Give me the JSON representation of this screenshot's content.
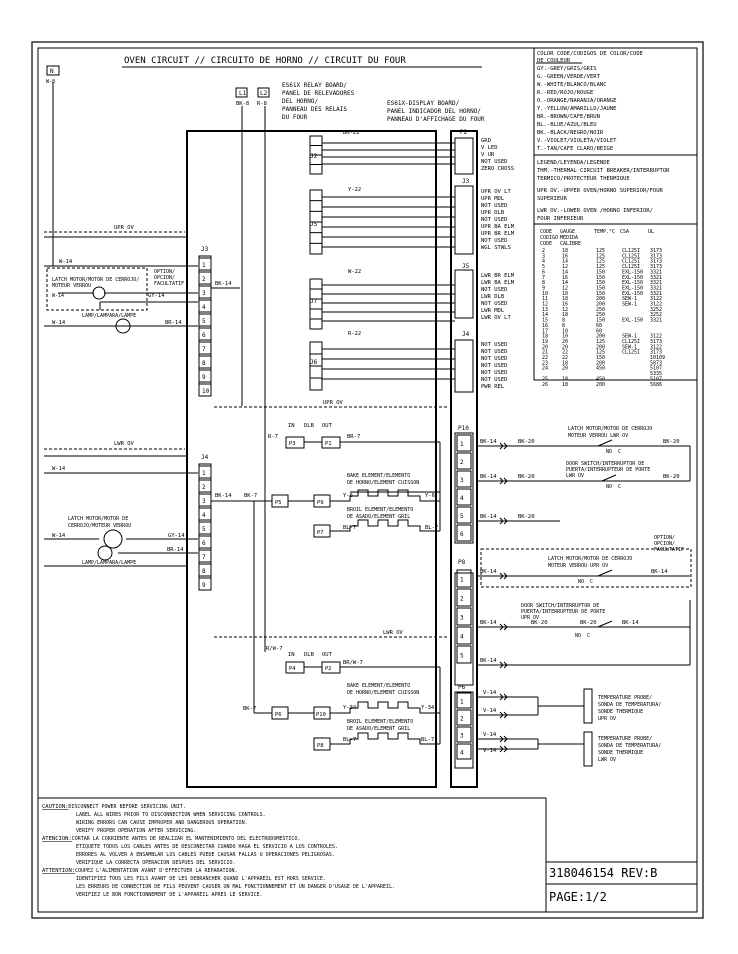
{
  "title": "OVEN CIRCUIT // CIRCUITO DE HORNO // CIRCUIT DU FOUR",
  "n_terminal": {
    "label": "N",
    "wire": "W-8"
  },
  "l1": {
    "label": "L1",
    "wire": "BK-8"
  },
  "l2": {
    "label": "L2",
    "wire": "R-8"
  },
  "relay_board": [
    "ES61X RELAY BOARD/",
    "PANEL DE RELEVADORES",
    "DEL HORNO/",
    "PANNEAU DES RELAIS",
    "DU FOUR"
  ],
  "display_board": [
    "ES61X-DISPLAY BOARD/",
    "PANEL INDICADOR DEL HORNO/",
    "PANNEAU D'AFFICHAGE DU FOUR"
  ],
  "color_code": {
    "header": [
      "COLOR CODE/CODIGOS DE COLOR/CODE",
      "DE COULEUR"
    ],
    "entries": [
      "GY.-GREY/GRIS/GRIS",
      "G.-GREEN/VERDE/VERT",
      "W.-WHITE/BLANCO/BLANC",
      "R.-RED/ROJO/ROUGE",
      "O.-ORANGE/NARANJA/ORANGE",
      "Y.-YELLOW/AMARILLO/JAUNE",
      "BR.-BROWN/CAFE/BRUN",
      "BL.-BLUE/AZUL/BLEU",
      "BK.-BLACK/NEGRO/NOIR",
      "V.-VIOLET/VIOLETA/VIOLET",
      "T.-TAN/CAFE CLARO/BEIGE"
    ]
  },
  "legend": {
    "header": "LEGEND/LEYENDA/LEGENDE",
    "lines": [
      "THM.-THERMAL CIRCUIT BREAKER/INTERRUPTOR",
      "TERMICO/PROTECTEUR THERMIQUE",
      "UPR OV.-UPPER OVEN/HORNO SUPERIOR/FOUR",
      "        SUPERIEUR",
      "LWR OV.-LOWER OVEN /HORNO INFERIOR/",
      "        FOUR INFERIEUR"
    ]
  },
  "gauge_table": {
    "headers": [
      "CODE",
      "GAUGE",
      "TEMP.°C",
      "CSA",
      "UL"
    ],
    "subheaders": [
      "CODIGO",
      "MEDIDA",
      "CODE",
      "CALIBRE"
    ],
    "rows": [
      [
        "2",
        "18",
        "125",
        "CL125I",
        "3173"
      ],
      [
        "3",
        "16",
        "125",
        "CL125I",
        "3173"
      ],
      [
        "4",
        "14",
        "125",
        "CL125I",
        "3173"
      ],
      [
        "5",
        "12",
        "125",
        "CL125I",
        "3173"
      ],
      [
        "6",
        "14",
        "150",
        "EXL-150",
        "3321"
      ],
      [
        "7",
        "16",
        "150",
        "EXL-150",
        "3321"
      ],
      [
        "8",
        "14",
        "150",
        "EXL-150",
        "3321"
      ],
      [
        "9",
        "12",
        "150",
        "EXL-150",
        "3321"
      ],
      [
        "10",
        "10",
        "150",
        "EXL-150",
        "3321"
      ],
      [
        "11",
        "18",
        "200",
        "SEW-1",
        "3122"
      ],
      [
        "12",
        "16",
        "200",
        "SEW-1",
        "3122"
      ],
      [
        "13",
        "12",
        "250",
        "",
        "3252"
      ],
      [
        "14",
        "18",
        "250",
        "",
        "3252"
      ],
      [
        "15",
        "8",
        "150",
        "EXL-150",
        "3321"
      ],
      [
        "16",
        "8",
        "60",
        "",
        ""
      ],
      [
        "17",
        "10",
        "60",
        "",
        ""
      ],
      [
        "18",
        "10",
        "200",
        "SEW-1",
        "3122"
      ],
      [
        "19",
        "20",
        "125",
        "CL125I",
        "3173"
      ],
      [
        "20",
        "20",
        "200",
        "SEW-1",
        "3122"
      ],
      [
        "21",
        "22",
        "125",
        "CL125I",
        "3173"
      ],
      [
        "22",
        "22",
        "150",
        "",
        "10109"
      ],
      [
        "23",
        "18",
        "200",
        "",
        "5873"
      ],
      [
        "24",
        "20",
        "450",
        "",
        "5107"
      ],
      [
        "",
        "",
        "",
        "",
        "5335"
      ],
      [
        "25",
        "18",
        "450",
        "",
        "5107"
      ],
      [
        "26",
        "18",
        "200",
        "",
        "5686"
      ]
    ]
  },
  "upper_oven_label": "UPR OV",
  "lower_oven_label": "LWR OV",
  "j3": {
    "label": "J3",
    "pins": [
      "1",
      "2",
      "3",
      "4",
      "5",
      "6",
      "7",
      "8",
      "9",
      "10"
    ],
    "w14": "W-14",
    "option": [
      "OPTION/",
      "OPCION/",
      "FACULTATIF"
    ],
    "latch": [
      "LATCH MOTOR/MOTOR DE CERROJO/",
      "MOTEUR VERROU"
    ],
    "gy14": "GY-14",
    "lamp": "LAMP/LAMPARA/LAMPE",
    "w14b": "W-14",
    "br14": "BR-14",
    "bk14": "BK-14"
  },
  "j4": {
    "label": "J4",
    "pins": [
      "1",
      "2",
      "3",
      "4",
      "5",
      "6",
      "7",
      "8",
      "9"
    ],
    "w14": "W-14",
    "latch": [
      "LATCH MOTOR/MOTOR DE",
      "CERROJO/MOTEUR VERROU"
    ],
    "w14b": "W-14",
    "gy14": "GY-14",
    "br14": "BR-14",
    "lamp": "LAMP/LAMPARA/LAMPE",
    "bk14": "BK-14",
    "bk7": "BK-7"
  },
  "relays": {
    "j2": "J2",
    "j5": "J5",
    "j7": "J7",
    "j6": "J6",
    "bk22": "BK-22",
    "y22": "Y-22",
    "w22": "W-22",
    "r22": "R-22"
  },
  "p2": {
    "label": "P2",
    "pins": [
      "GRD",
      "V LED",
      "V UR",
      "NOT USED",
      "ZERO CROSS"
    ]
  },
  "display_j3": {
    "label": "J3",
    "pins": [
      "UPR OV LT",
      "UPR MDL",
      "NOT USED",
      "UPR DLB",
      "NOT USED",
      "UPR BA ELM",
      "UPR BR ELM",
      "NOT USED",
      "WGL STWLS"
    ]
  },
  "display_j5": {
    "label": "J5",
    "pins": [
      "LWR BR ELM",
      "LWR BA ELM",
      "NOT USED",
      "LWR DLB",
      "NOT USED",
      "LWR MDL",
      "LWR OV LT"
    ]
  },
  "display_j4": {
    "label": "J4",
    "pins": [
      "NOT USED",
      "NOT USED",
      "NOT USED",
      "NOT USED",
      "NOT USED",
      "NOT USED",
      "PWR REL"
    ]
  },
  "upper_dlb": {
    "in": "IN",
    "dlb": "DLB",
    "out": "OUT",
    "r7": "R-7",
    "br7": "BR-7",
    "p3": "P3",
    "p1": "P1",
    "bk7": "BK-7",
    "p5": "P5",
    "p9": "P9",
    "p7": "P7",
    "bake": [
      "BAKE ELEMENT/ELEMENTO",
      "DE HORNO/ELEMENT CUISSON"
    ],
    "broil": [
      "BROIL ELEMENT/ELEMENTO",
      "DE ASADO/ELEMENT GRIL"
    ],
    "y6": "Y-6",
    "y6b": "Y-6",
    "bl7": "BL-7",
    "bl7b": "BL-7"
  },
  "lower_dlb": {
    "in": "IN",
    "dlb": "DLB",
    "out": "OUT",
    "rw7": "R/W-7",
    "brw7": "BR/W-7",
    "p4": "P4",
    "p2": "P2",
    "bk7": "BK-7",
    "p6": "P6",
    "p10": "P10",
    "p8": "P8",
    "bake": [
      "BAKE ELEMENT/ELEMENTO",
      "DE HORNO/ELEMENT CUISSON"
    ],
    "broil": [
      "BROIL ELEMENT/ELEMENTO",
      "DE ASADO/ELEMENT GRIL"
    ],
    "y34": "Y-34",
    "y34b": "Y-34",
    "bl7": "BL-7",
    "bl7b": "BL-7"
  },
  "p10": {
    "label": "P10",
    "pins": [
      "1",
      "2",
      "3",
      "4",
      "5",
      "6"
    ],
    "latch": [
      "LATCH MOTOR/MOTOR DE CERROJO",
      "MOTEUR VERROU LWR OV"
    ],
    "door": [
      "DOOR SWITCH/INTERRUPTOR DE",
      "PUERTA/INTERRUPTEUR DE PORTE",
      "LWR OV"
    ],
    "no": "NO",
    "c": "C",
    "wires": [
      "BK-14",
      "BK-20",
      "BK-20",
      "BK-14",
      "BK-20",
      "BK-20",
      "BK-14",
      "BK-20"
    ]
  },
  "p8": {
    "label": "P8",
    "pins": [
      "1",
      "2",
      "3",
      "4",
      "5"
    ],
    "option": [
      "OPTION/",
      "OPCION/",
      "FACULTATIF"
    ],
    "latch": [
      "LATCH MOTOR/MOTOR DE CERROJO",
      "MOTEUR VERROU UPR OV"
    ],
    "door": [
      "DOOR SWITCH/INTERRUPTOR DE",
      "PUERTA/INTERRUPTEUR DE PORTE",
      "UPR OV"
    ],
    "no": "NO",
    "c": "C",
    "wires": [
      "BK-14",
      "BK-14",
      "BK-14",
      "BK-20",
      "BK-20",
      "BK-14",
      "BK-14"
    ]
  },
  "p6": {
    "label": "P6",
    "pins": [
      "1",
      "2",
      "3",
      "4"
    ],
    "wires": [
      "V-14",
      "V-14",
      "V-14",
      "V-14"
    ],
    "probe_upper": [
      "TEMPERATURE PROBE/",
      "SONDA DE TEMPERATURA/",
      "SONDE THERMIQUE",
      "UPR OV"
    ],
    "probe_lower": [
      "TEMPERATURE PROBE/",
      "SONDA DE TEMPERATURA/",
      "SONDE THERMIQUE",
      "LWR OV"
    ]
  },
  "caution": [
    {
      "label": "CAUTION:",
      "text": "DISCONNECT POWER BEFORE SERVICING UNIT."
    },
    {
      "label": "",
      "text": "LABEL ALL WIRES PRIOR TO DISCONNECTION WHEN SERVICING CONTROLS."
    },
    {
      "label": "",
      "text": "WIRING ERRORS CAN CAUSE IMPROPER AND DANGEROUS OPERATION."
    },
    {
      "label": "",
      "text": "VERIFY PROPER OPERATION AFTER SERVICING."
    },
    {
      "label": "ATENCION:",
      "text": "CORTAR LA CORRIENTE ANTES DE REALIZAR EL MANTENIMIENTO DEL ELECTRODOMESTICO."
    },
    {
      "label": "",
      "text": "ETIQUETE TODOS LOS CABLES ANTES DE DESCONECTAR CUANDO HAGA EL SERVICIO A LOS CONTROLES."
    },
    {
      "label": "",
      "text": "ERRORES AL VOLVER A ENSAMBLAR LOS CABLES PUEDE CAUSAR FALLAS U OPERACIONES PELIGROSAS."
    },
    {
      "label": "",
      "text": "VERIFIQUE LA CORRECTA OPERACION DESPUES DEL SERVICIO."
    },
    {
      "label": "ATTENTION:",
      "text": "COUPEZ L'ALIMENTATION AVANT D'EFFECTUER LA REPARATION."
    },
    {
      "label": "",
      "text": "IDENTIFIEZ TOUS LES FILS AVANT DE LES DEBRANCHER QUAND L'APPAREIL EST HORS SERVICE."
    },
    {
      "label": "",
      "text": "LES ERREURS DE CONNECTION DE FILS PEUVENT CAUSER UN MAL FONCTIONNEMENT ET UN DANGER D'USAGE DE L'APPAREIL."
    },
    {
      "label": "",
      "text": "VERIFIEZ LE BON FONCTIONNEMENT DE L'APPAREIL APRES LE SERVICE."
    }
  ],
  "part_number": "318046154 REV:B",
  "page": "PAGE:1/2"
}
